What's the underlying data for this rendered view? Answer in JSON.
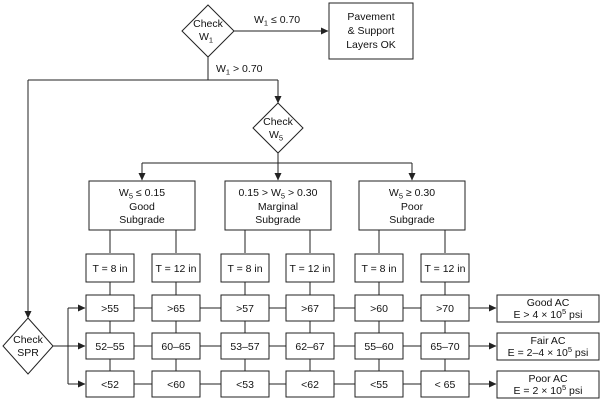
{
  "decisions": {
    "check_w1": {
      "line1": "Check",
      "line2": "W",
      "sub": "1"
    },
    "check_w5": {
      "line1": "Check",
      "line2": "W",
      "sub": "5"
    },
    "check_spr": {
      "line1": "Check",
      "line2": "SPR"
    }
  },
  "branches": {
    "w1_low": {
      "pre": "W",
      "sub": "1",
      "post": " ≤ 0.70"
    },
    "w1_high": {
      "pre": "W",
      "sub": "1",
      "post": " > 0.70"
    }
  },
  "pavement_ok": {
    "line1": "Pavement",
    "line2": "& Support",
    "line3": "Layers OK"
  },
  "subgrades": [
    {
      "cond_pre": "W",
      "cond_sub": "5",
      "cond_post": " ≤ 0.15",
      "cond_lead": "",
      "name1": "Good",
      "name2": "Subgrade"
    },
    {
      "cond_lead": "0.15 > ",
      "cond_pre": "W",
      "cond_sub": "5",
      "cond_post": " > 0.30",
      "name1": "Marginal",
      "name2": "Subgrade"
    },
    {
      "cond_pre": "W",
      "cond_sub": "5",
      "cond_post": " ≥ 0.30",
      "cond_lead": "",
      "name1": "Poor",
      "name2": "Subgrade"
    }
  ],
  "thickness": [
    "T = 8 in",
    "T = 12 in",
    "T = 8 in",
    "T = 12 in",
    "T = 8 in",
    "T = 12 in"
  ],
  "spr_rows": [
    [
      ">55",
      ">65",
      ">57",
      ">67",
      ">60",
      ">70"
    ],
    [
      "52–55",
      "60–65",
      "53–57",
      "62–67",
      "55–60",
      "65–70"
    ],
    [
      "<52",
      "<60",
      "<53",
      "<62",
      "<55",
      "< 65"
    ]
  ],
  "results": [
    {
      "name": "Good AC",
      "pre": "E > 4 × 10",
      "sup": "5",
      "post": " psi"
    },
    {
      "name": "Fair AC",
      "pre": "E = 2–4 × 10",
      "sup": "5",
      "post": " psi"
    },
    {
      "name": "Poor AC",
      "pre": "E = 2 × 10",
      "sup": "5",
      "post": " psi"
    }
  ]
}
